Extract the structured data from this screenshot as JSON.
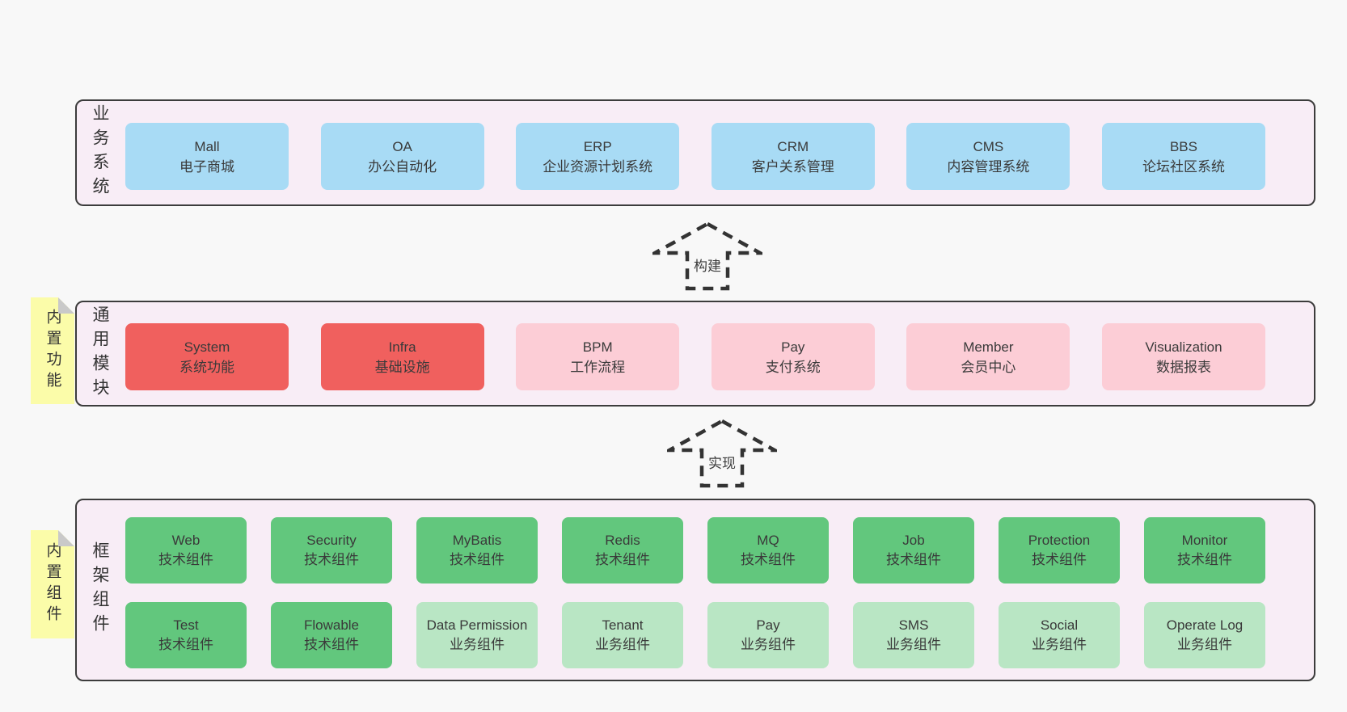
{
  "colors": {
    "page_bg": "#f8f8f8",
    "band_bg": "#f8edf6",
    "band_border": "#3c3c3c",
    "box_blue": "#a8dbf5",
    "box_red": "#f0605e",
    "box_pink": "#fccdd6",
    "box_green": "#62c77d",
    "box_light_green": "#b9e6c4",
    "note_yellow": "#fbfca9",
    "note_fold_gray": "#c9c9c9",
    "text": "#3a3a3a"
  },
  "arrows": [
    {
      "label": "构建"
    },
    {
      "label": "实现"
    }
  ],
  "bands": [
    {
      "label": "业务系统",
      "boxes": [
        {
          "en": "Mall",
          "zh": "电子商城",
          "variant": "blue"
        },
        {
          "en": "OA",
          "zh": "办公自动化",
          "variant": "blue"
        },
        {
          "en": "ERP",
          "zh": "企业资源计划系统",
          "variant": "blue"
        },
        {
          "en": "CRM",
          "zh": "客户关系管理",
          "variant": "blue"
        },
        {
          "en": "CMS",
          "zh": "内容管理系统",
          "variant": "blue"
        },
        {
          "en": "BBS",
          "zh": "论坛社区系统",
          "variant": "blue"
        }
      ]
    },
    {
      "label": "通用模块",
      "note": "内置功能",
      "boxes": [
        {
          "en": "System",
          "zh": "系统功能",
          "variant": "red"
        },
        {
          "en": "Infra",
          "zh": "基础设施",
          "variant": "red"
        },
        {
          "en": "BPM",
          "zh": "工作流程",
          "variant": "pink"
        },
        {
          "en": "Pay",
          "zh": "支付系统",
          "variant": "pink"
        },
        {
          "en": "Member",
          "zh": "会员中心",
          "variant": "pink"
        },
        {
          "en": "Visualization",
          "zh": "数据报表",
          "variant": "pink"
        }
      ]
    },
    {
      "label": "框架组件",
      "note": "内置组件",
      "rows": [
        [
          {
            "en": "Web",
            "zh": "技术组件",
            "variant": "green"
          },
          {
            "en": "Security",
            "zh": "技术组件",
            "variant": "green"
          },
          {
            "en": "MyBatis",
            "zh": "技术组件",
            "variant": "green"
          },
          {
            "en": "Redis",
            "zh": "技术组件",
            "variant": "green"
          },
          {
            "en": "MQ",
            "zh": "技术组件",
            "variant": "green"
          },
          {
            "en": "Job",
            "zh": "技术组件",
            "variant": "green"
          },
          {
            "en": "Protection",
            "zh": "技术组件",
            "variant": "green"
          },
          {
            "en": "Monitor",
            "zh": "技术组件",
            "variant": "green"
          }
        ],
        [
          {
            "en": "Test",
            "zh": "技术组件",
            "variant": "green"
          },
          {
            "en": "Flowable",
            "zh": "技术组件",
            "variant": "green"
          },
          {
            "en": "Data Permission",
            "zh": "业务组件",
            "variant": "lgreen"
          },
          {
            "en": "Tenant",
            "zh": "业务组件",
            "variant": "lgreen"
          },
          {
            "en": "Pay",
            "zh": "业务组件",
            "variant": "lgreen"
          },
          {
            "en": "SMS",
            "zh": "业务组件",
            "variant": "lgreen"
          },
          {
            "en": "Social",
            "zh": "业务组件",
            "variant": "lgreen"
          },
          {
            "en": "Operate Log",
            "zh": "业务组件",
            "variant": "lgreen"
          }
        ]
      ]
    }
  ]
}
